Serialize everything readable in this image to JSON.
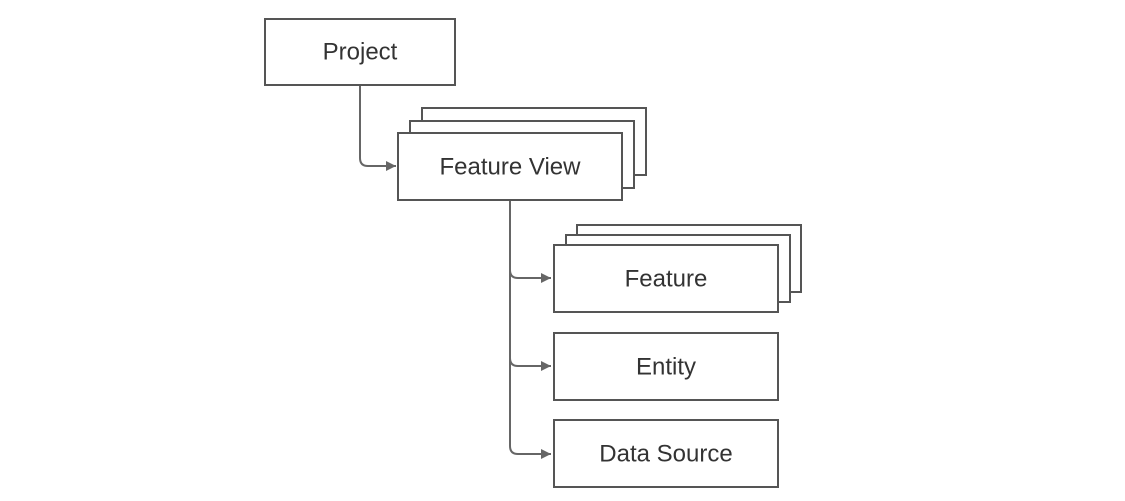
{
  "nodes": {
    "project": {
      "label": "Project"
    },
    "feature_view": {
      "label": "Feature View"
    },
    "feature": {
      "label": "Feature"
    },
    "entity": {
      "label": "Entity"
    },
    "data_source": {
      "label": "Data Source"
    }
  },
  "colors": {
    "stroke": "#555555",
    "connector": "#666666",
    "text": "#333333",
    "background": "#ffffff"
  }
}
